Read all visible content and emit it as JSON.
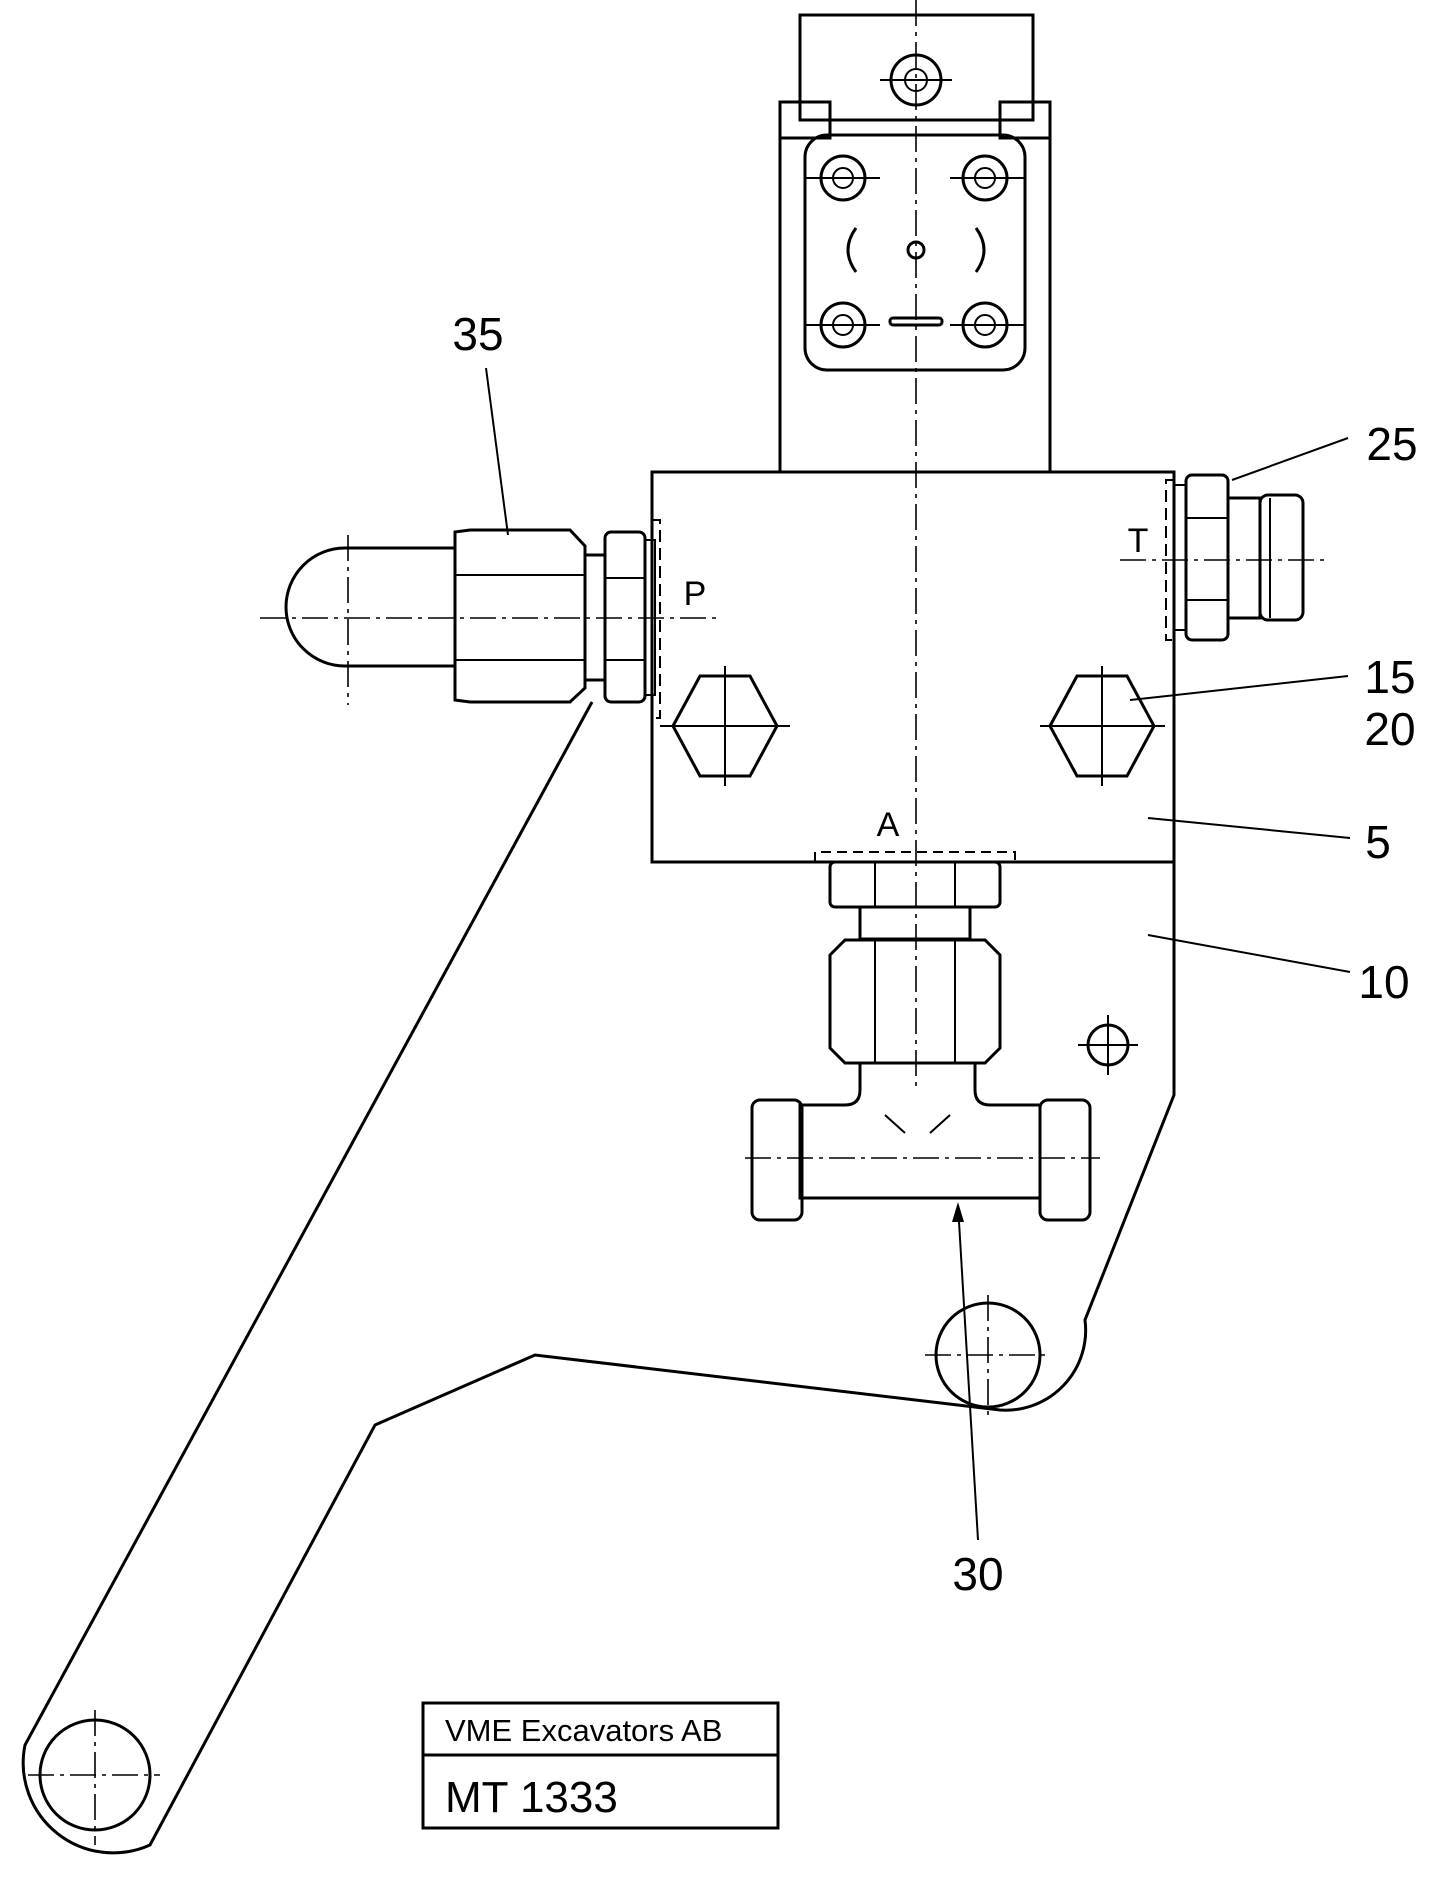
{
  "callouts": {
    "c35": "35",
    "c25": "25",
    "c15": "15",
    "c20": "20",
    "c5": "5",
    "c10": "10",
    "c30": "30"
  },
  "ports": {
    "p": "P",
    "t": "T",
    "a": "A"
  },
  "title_block": {
    "company": "VME Excavators AB",
    "code": "MT 1333"
  }
}
